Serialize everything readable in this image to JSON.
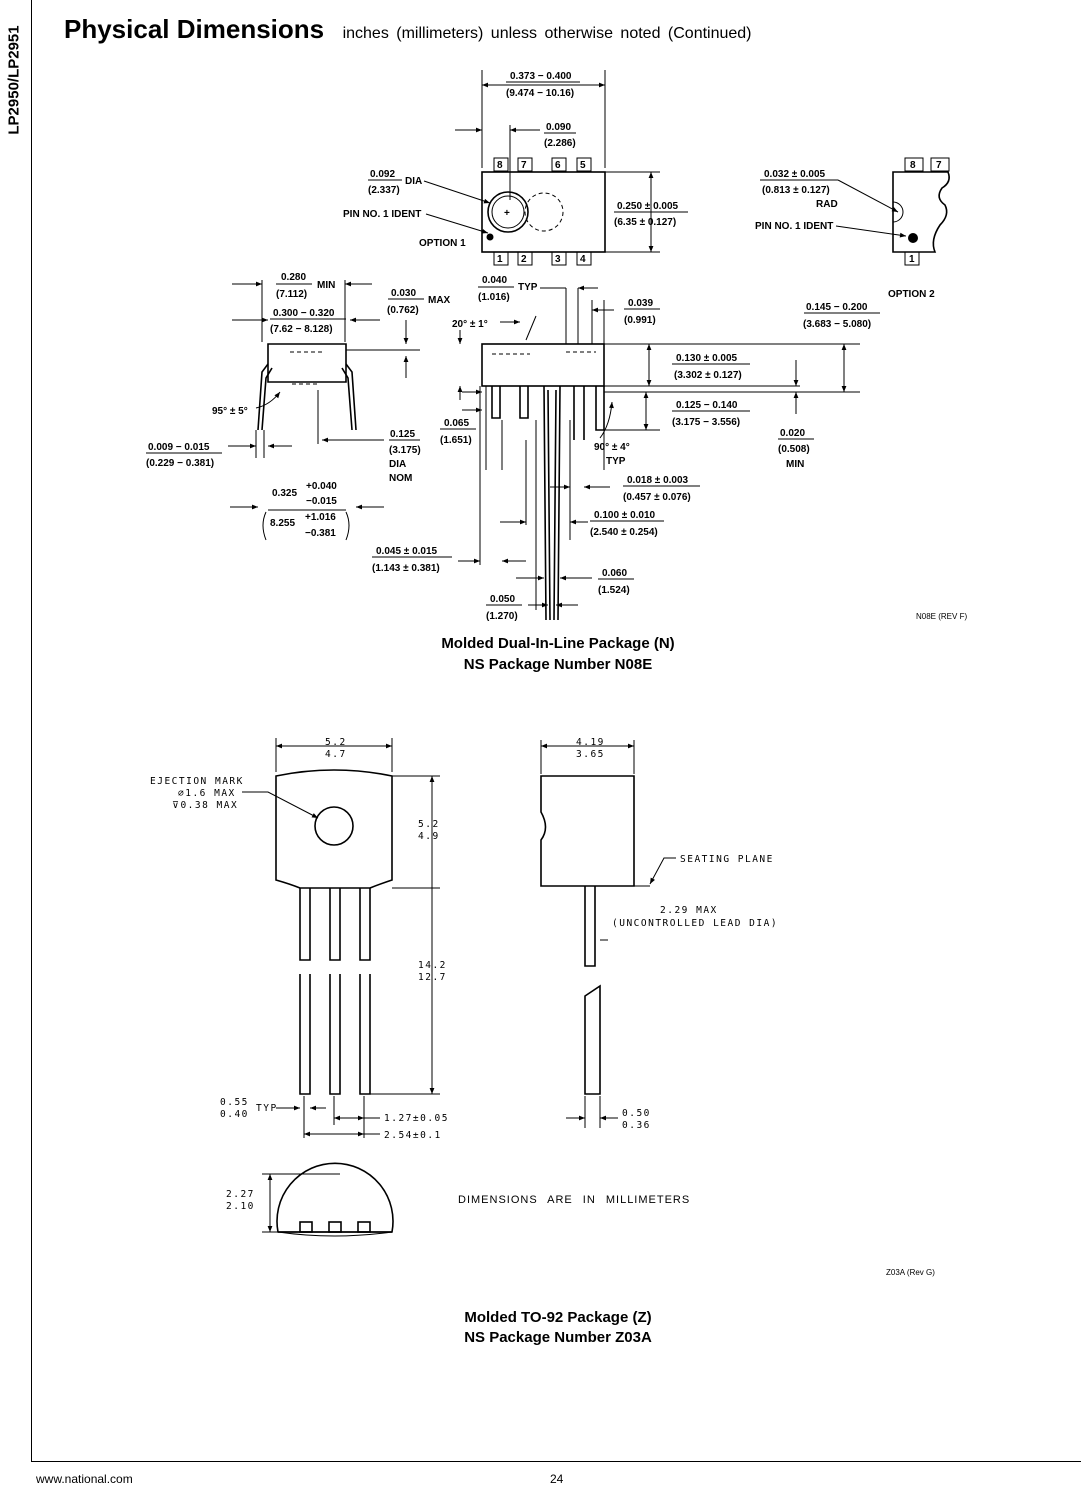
{
  "side_label": "LP2950/LP2951",
  "header": {
    "title": "Physical Dimensions",
    "subtitle": "inches (millimeters) unless otherwise noted (Continued)"
  },
  "dip": {
    "body_width": [
      "0.373 − 0.400",
      "(9.474 − 10.16)"
    ],
    "pin_offset": [
      "0.090",
      "(2.286)"
    ],
    "ident_dia": [
      "0.092",
      "(2.337)",
      "DIA"
    ],
    "pin1_ident": "PIN NO. 1 IDENT",
    "option1": "OPTION 1",
    "pins_top": [
      "8",
      "7",
      "6",
      "5"
    ],
    "pins_bottom": [
      "1",
      "2",
      "3",
      "4"
    ],
    "body_height": [
      "0.250 ± 0.005",
      "(6.35 ± 0.127)"
    ],
    "rad": [
      "0.032 ± 0.005",
      "(0.813 ± 0.127)",
      "RAD"
    ],
    "opt2_pins_top": [
      "8",
      "7"
    ],
    "opt2_pin_bottom": "1",
    "option2": "OPTION 2",
    "min_spacing": [
      "0.280",
      "(7.112)",
      "MIN"
    ],
    "max_flash": [
      "0.030",
      "(0.762)",
      "MAX"
    ],
    "row_spacing": [
      "0.300 − 0.320",
      "(7.62 − 8.128)"
    ],
    "lead_width_typ": [
      "0.040",
      "(1.016)",
      "TYP"
    ],
    "lead_pitch_39": [
      "0.039",
      "(0.991)"
    ],
    "angle20": "20° ± 1°",
    "seat_height": [
      "0.145 − 0.200",
      "(3.683 − 5.080)"
    ],
    "body_thick": [
      "0.130 ± 0.005",
      "(3.302 ± 0.127)"
    ],
    "angle95": "95° ± 5°",
    "shoulder": [
      "0.065",
      "(1.651)"
    ],
    "lead_len": [
      "0.125 − 0.140",
      "(3.175 − 3.556)"
    ],
    "standoff": [
      "0.020",
      "(0.508)",
      "MIN"
    ],
    "lead_thick": [
      "0.009 − 0.015",
      "(0.229 − 0.381)"
    ],
    "dia_nom": [
      "0.125",
      "(3.175)",
      "DIA",
      "NOM"
    ],
    "angle90": [
      "90° ± 4°",
      "TYP"
    ],
    "lead_dia": [
      "0.018 ± 0.003",
      "(0.457 ± 0.076)"
    ],
    "overall": [
      "0.325",
      "+0.040",
      "−0.015",
      "8.255",
      "+1.016",
      "−0.381"
    ],
    "pitch": [
      "0.100 ± 0.010",
      "(2.540 ± 0.254)"
    ],
    "end_lead": [
      "0.045 ± 0.015",
      "(1.143 ± 0.381)"
    ],
    "lead_60": [
      "0.060",
      "(1.524)"
    ],
    "lead_50": [
      "0.050",
      "(1.270)"
    ],
    "rev": "N08E (REV F)",
    "caption1": "Molded Dual-In-Line Package (N)",
    "caption2": "NS Package Number N08E"
  },
  "to92": {
    "front_width": [
      "5.2",
      "4.7"
    ],
    "side_width": [
      "4.19",
      "3.65"
    ],
    "ejection": [
      "EJECTION MARK",
      "∅1.6 MAX",
      "⊽0.38 MAX"
    ],
    "body_h": [
      "5.2",
      "4.9"
    ],
    "seating": "SEATING PLANE",
    "lead_dia": [
      "2.29 MAX",
      "(UNCONTROLLED LEAD DIA)"
    ],
    "lead_len": [
      "14.2",
      "12.7"
    ],
    "lead_w": [
      "0.55",
      "0.40",
      "TYP"
    ],
    "pitch1": "1.27±0.05",
    "pitch2": "2.54±0.1",
    "lead_t": [
      "0.50",
      "0.36"
    ],
    "flat": [
      "2.27",
      "2.10"
    ],
    "units_note": "DIMENSIONS ARE IN MILLIMETERS",
    "rev": "Z03A (Rev G)",
    "caption1": "Molded TO-92 Package (Z)",
    "caption2": "NS Package Number Z03A"
  },
  "footer": {
    "website": "www.national.com",
    "page": "24"
  }
}
